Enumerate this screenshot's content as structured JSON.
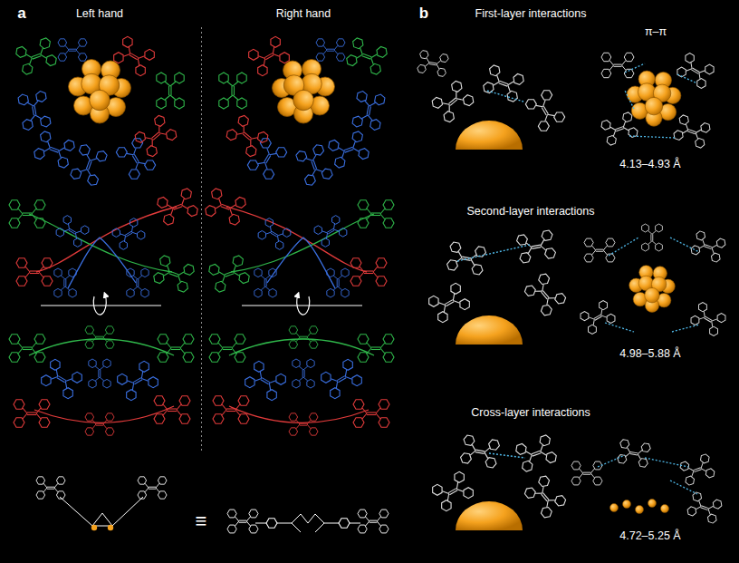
{
  "diagram": {
    "labels": [
      "a",
      "Left hand",
      "Right hand",
      "b",
      "First-layer interactions",
      "π–π",
      "4.13–4.93 Å",
      "Second-layer interactions",
      "4.98–5.88 Å",
      "Cross-layer interactions",
      "4.72–5.25 Å",
      "≡"
    ]
  }
}
